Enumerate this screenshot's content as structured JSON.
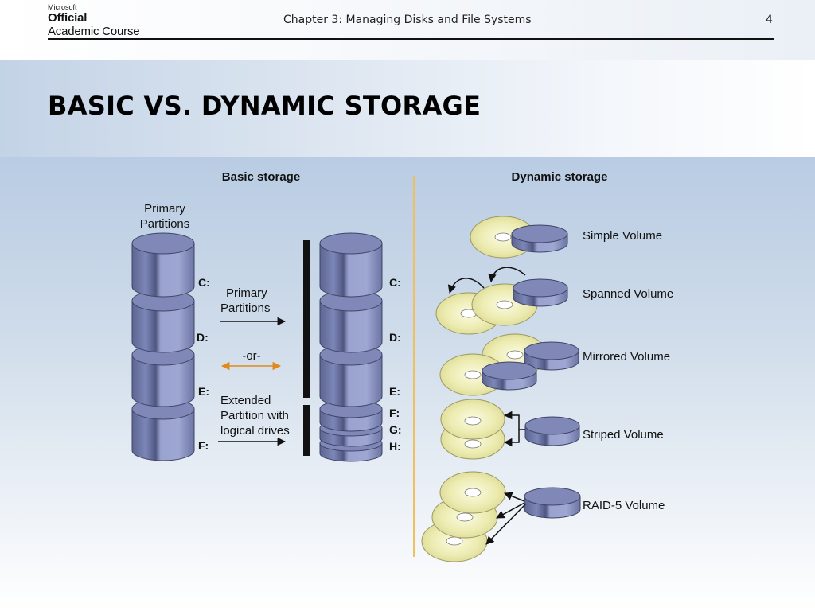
{
  "header": {
    "logo_line0": "Microsoft",
    "logo_line1": "Official",
    "logo_line2": "Academic Course",
    "chapter": "Chapter 3: Managing Disks and File Systems",
    "page_number": "4"
  },
  "slide": {
    "title": "BASIC VS. DYNAMIC STORAGE"
  },
  "diagram": {
    "basic": {
      "heading": "Basic storage",
      "primary_top_line1": "Primary",
      "primary_top_line2": "Partitions",
      "arrow_primary_line1": "Primary",
      "arrow_primary_line2": "Partitions",
      "or_label": "-or-",
      "extended_line1": "Extended",
      "extended_line2": "Partition with",
      "extended_line3": "logical drives",
      "left_drives": [
        "C:",
        "D:",
        "E:",
        "F:"
      ],
      "right_drives": [
        "C:",
        "D:",
        "E:",
        "F:",
        "G:",
        "H:"
      ]
    },
    "dynamic": {
      "heading": "Dynamic storage",
      "volumes": [
        "Simple Volume",
        "Spanned Volume",
        "Mirrored Volume",
        "Striped Volume",
        "RAID-5 Volume"
      ]
    },
    "colors": {
      "cylinder": "#7b86b4",
      "disc": "#e9e7a6",
      "divider": "#f0c060",
      "or_arrow": "#e08a1e"
    }
  }
}
